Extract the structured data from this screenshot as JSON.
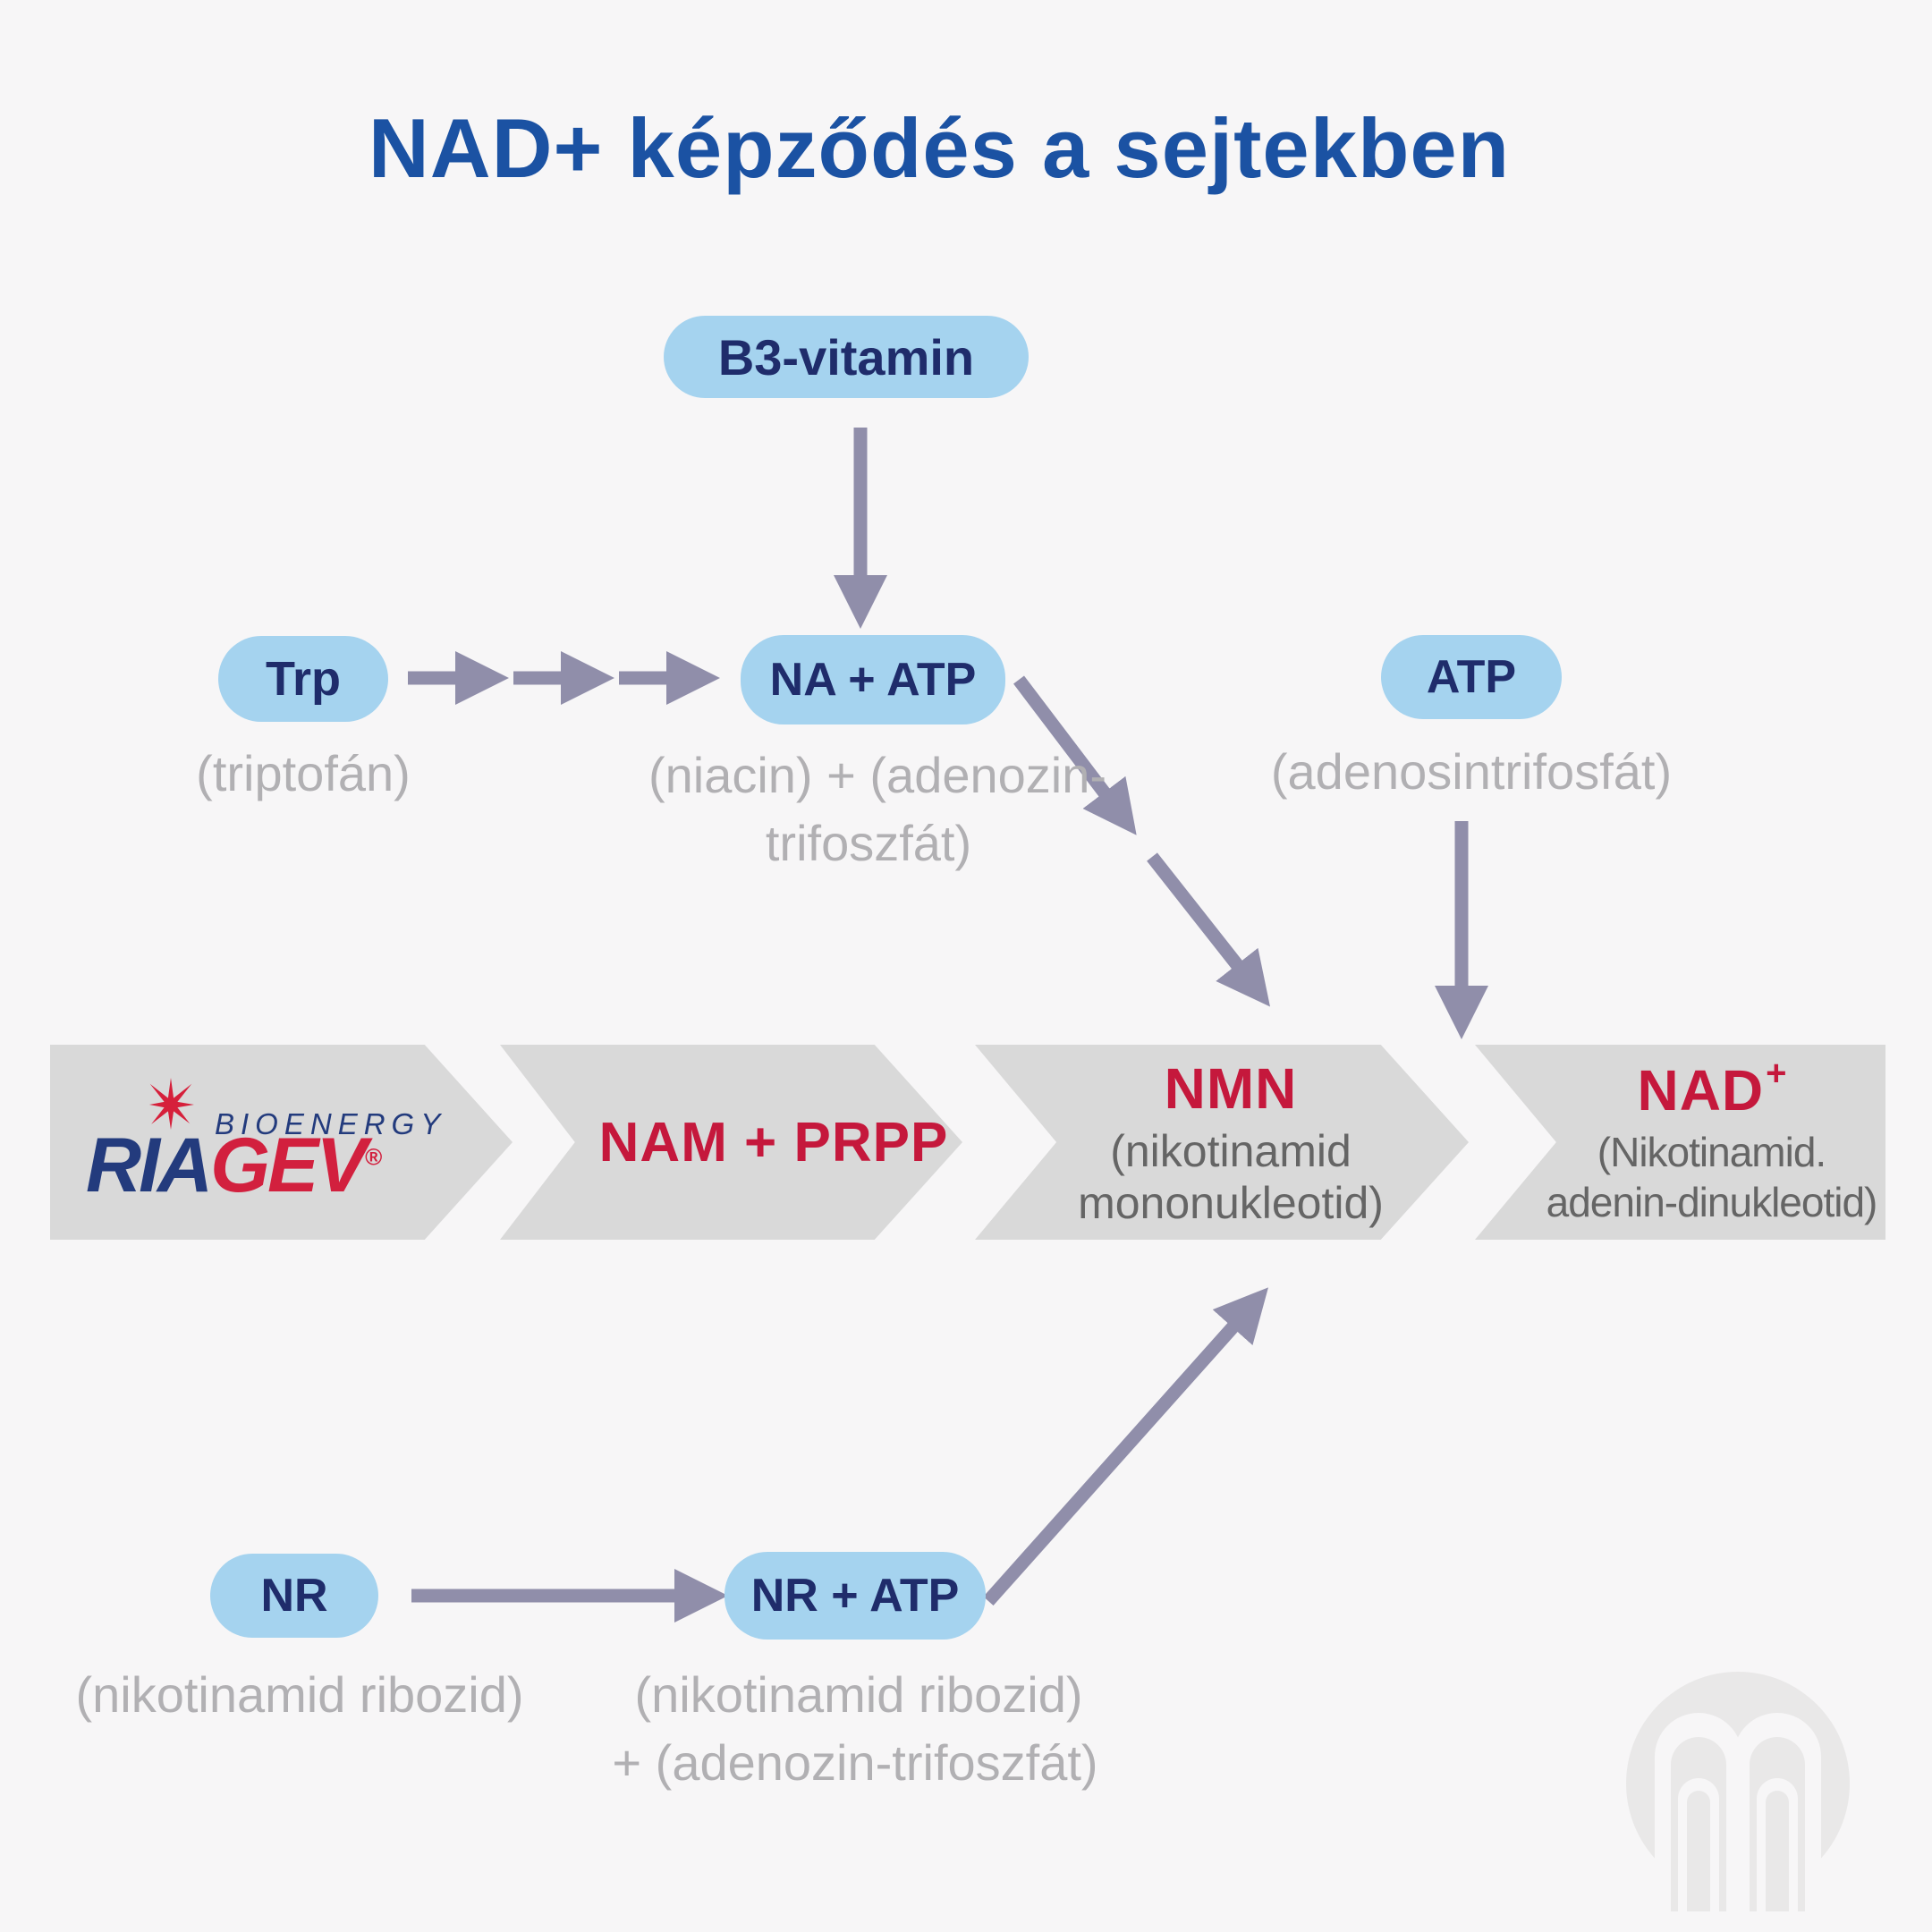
{
  "title": "NAD+ képződés a sejtekben",
  "pills": {
    "b3": "B3-vitamin",
    "trp": "Trp",
    "na_atp": "NA + ATP",
    "atp": "ATP",
    "nr": "NR",
    "nr_atp": "NR + ATP"
  },
  "notes": {
    "trp": "(triptofán)",
    "na_atp_1": "(niacin) + (adenozin-",
    "na_atp_2": "trifoszfát)",
    "atp": "(adenosintrifosfát)",
    "nr": "(nikotinamid ribozid)",
    "nr_atp_1": "(nikotinamid ribozid)",
    "nr_atp_2": "+ (adenozin-trifoszfát)"
  },
  "chevrons": {
    "logo": {
      "bioenergy": "BIOENERGY",
      "ria": "RIA",
      "gev": "GEV",
      "registered": "®"
    },
    "step2": "NAM + PRPP",
    "step3": {
      "title": "NMN",
      "sub1": "(nikotinamid",
      "sub2": "mononukleotid)"
    },
    "step4": {
      "title": "NAD",
      "sup": "+",
      "sub1": "(Nikotinamid.",
      "sub2": "adenin-dinukleotid)"
    }
  },
  "colors": {
    "background": "#f7f6f7",
    "title_blue": "#1b52a3",
    "pill_blue": "#a5d3ef",
    "pill_text_navy": "#1f2c6b",
    "note_gray": "#b1b0b3",
    "chevron_gray": "#d9d9d9",
    "chevron_sub_gray": "#656565",
    "accent_red": "#c5183c",
    "logo_navy": "#233b7d",
    "logo_red": "#d2203e",
    "arrow_purple": "#908eaa",
    "watermark_gray": "#e9e8e8"
  }
}
